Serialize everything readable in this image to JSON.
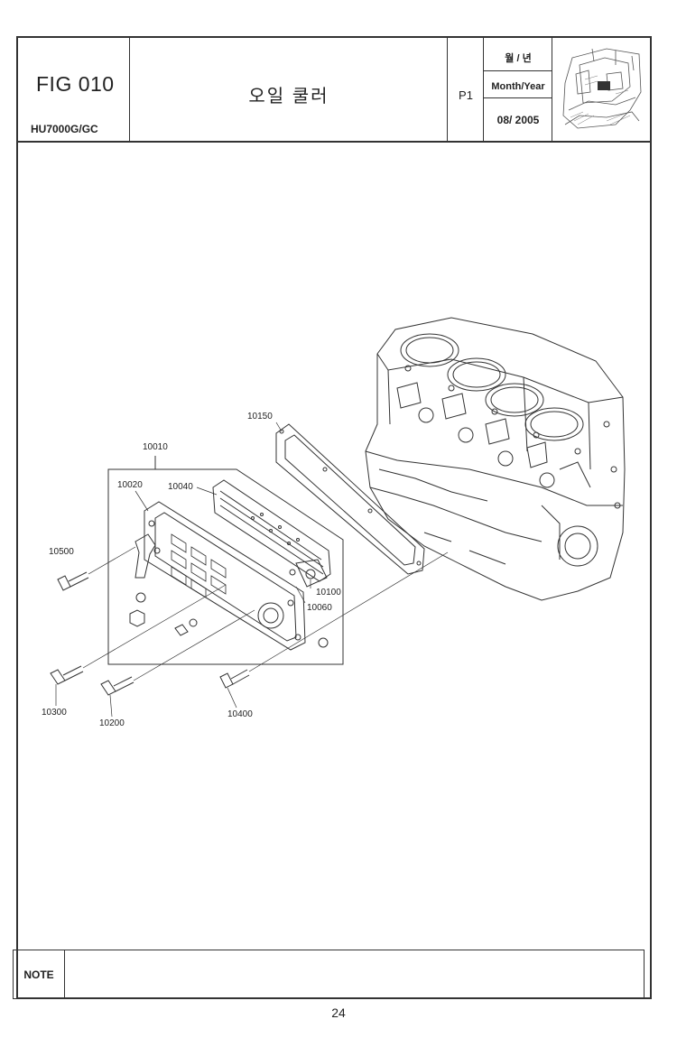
{
  "header": {
    "fig_label": "FIG 010",
    "model": "HU7000G/GC",
    "title": "오일 쿨러",
    "page": "P1",
    "date_label_kr": "월 / 년",
    "date_label_en": "Month/Year",
    "date_value": "08/ 2005"
  },
  "callouts": {
    "p10010": "10010",
    "p10020": "10020",
    "p10040": "10040",
    "p10060": "10060",
    "p10100": "10100",
    "p10150": "10150",
    "p10200": "10200",
    "p10300": "10300",
    "p10400": "10400",
    "p10500": "10500"
  },
  "note_label": "NOTE",
  "page_number": "24"
}
